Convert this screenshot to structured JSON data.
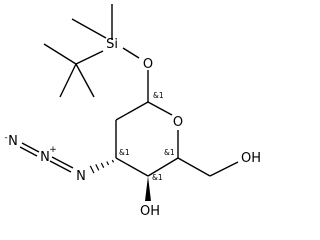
{
  "structure": {
    "atoms": {
      "si": "Si",
      "o_silyl": "O",
      "o_ring": "O",
      "oh_4": "OH",
      "oh_6": "OH",
      "n_azide_1": "N",
      "n_azide_2": "N",
      "n_azide_3": "N"
    },
    "azide_charges": {
      "terminal": "-",
      "central": "+"
    },
    "stereo_labels": {
      "c1": "&1",
      "c3": "&1",
      "c4": "&1",
      "c5": "&1"
    }
  }
}
